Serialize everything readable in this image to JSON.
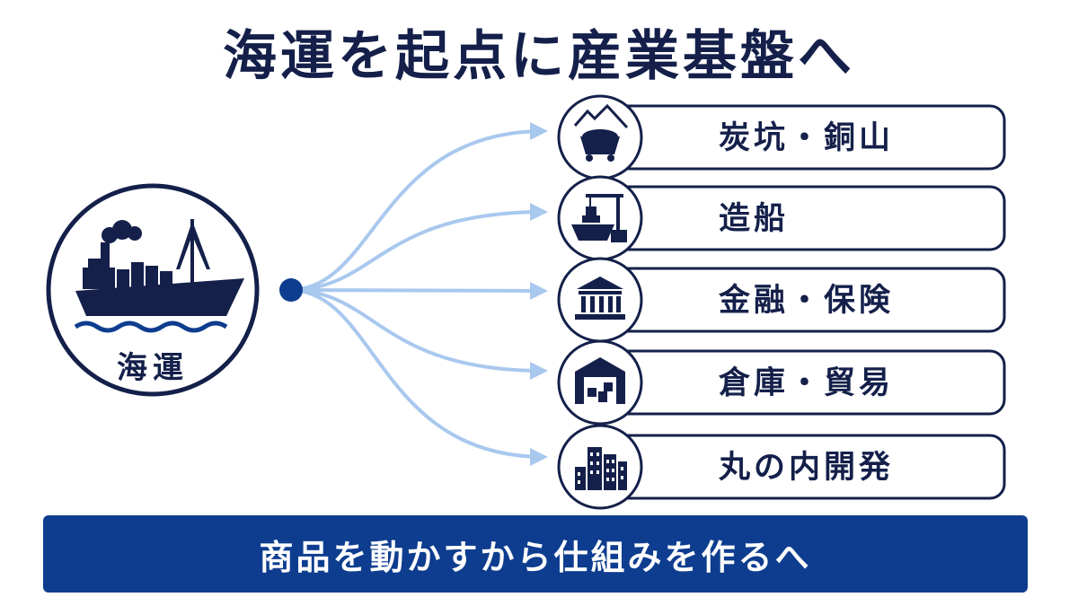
{
  "title": "海運を起点に産業基盤へ",
  "hub": {
    "label": "海運",
    "icon": "cargo-ship-icon"
  },
  "items": [
    {
      "label": "炭坑・銅山",
      "icon": "mine-cart-mountain-icon"
    },
    {
      "label": "造船",
      "icon": "shipyard-crane-icon"
    },
    {
      "label": "金融・保険",
      "icon": "bank-building-icon"
    },
    {
      "label": "倉庫・貿易",
      "icon": "warehouse-icon"
    },
    {
      "label": "丸の内開発",
      "icon": "office-buildings-icon"
    }
  ],
  "banner": {
    "text": "商品を動かすから仕組みを作るへ"
  },
  "colors": {
    "navy": "#14204a",
    "accent": "#0e3d8f",
    "arrow": "#a9c8ee"
  }
}
